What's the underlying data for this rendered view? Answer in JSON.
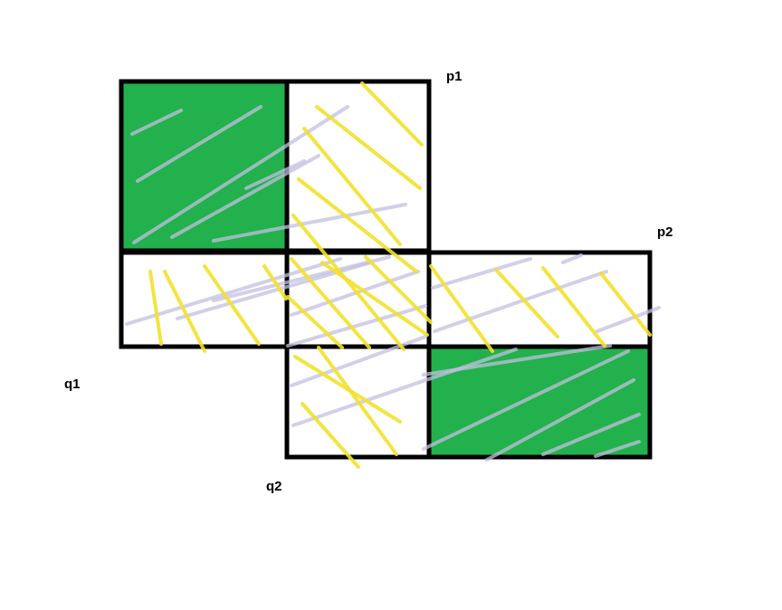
{
  "labels": {
    "p1": "p1",
    "p2": "p2",
    "q1": "q1",
    "q2": "q2"
  },
  "colors": {
    "filled": "#22b14c",
    "empty": "#ffffff",
    "outline": "#000000",
    "yellow_hatch": "#f2e12b",
    "lavender_hatch": "#c3bfe0"
  }
}
